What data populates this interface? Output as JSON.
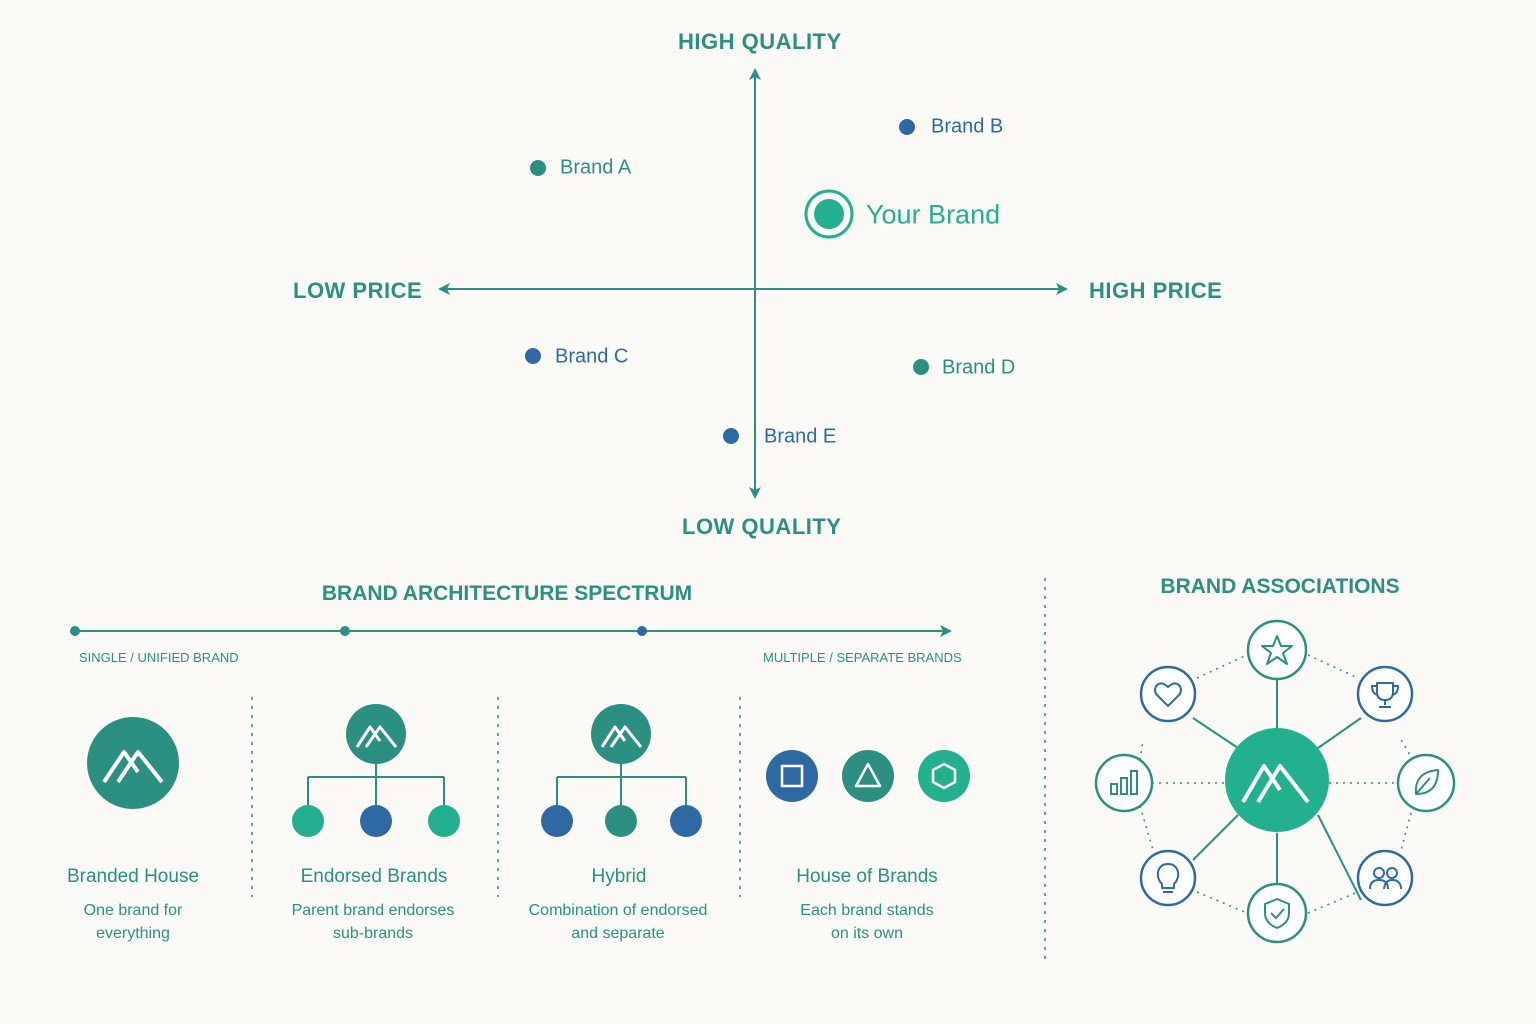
{
  "positioning_map": {
    "axis_top": "HIGH QUALITY",
    "axis_bottom": "LOW QUALITY",
    "axis_left": "LOW PRICE",
    "axis_right": "HIGH PRICE",
    "brands": [
      {
        "name": "Brand A",
        "color": "#2b8f82"
      },
      {
        "name": "Brand B",
        "color": "#2f69a3"
      },
      {
        "name": "Your Brand",
        "color": "#22b08e"
      },
      {
        "name": "Brand C",
        "color": "#2f69a3"
      },
      {
        "name": "Brand D",
        "color": "#2b8f82"
      },
      {
        "name": "Brand E",
        "color": "#2f69a3"
      }
    ]
  },
  "architecture": {
    "title": "BRAND ARCHITECTURE SPECTRUM",
    "left_label": "SINGLE / UNIFIED BRAND",
    "right_label": "MULTIPLE / SEPARATE BRANDS",
    "models": [
      {
        "name": "Branded House",
        "desc_line1": "One brand for",
        "desc_line2": "everything"
      },
      {
        "name": "Endorsed Brands",
        "desc_line1": "Parent brand endorses",
        "desc_line2": "sub-brands"
      },
      {
        "name": "Hybrid",
        "desc_line1": "Combination of endorsed",
        "desc_line2": "and separate"
      },
      {
        "name": "House of Brands",
        "desc_line1": "Each brand stands",
        "desc_line2": "on its own"
      }
    ]
  },
  "associations": {
    "title": "BRAND ASSOCIATIONS",
    "icons": [
      "star-icon",
      "trophy-icon",
      "leaf-icon",
      "people-icon",
      "shield-check-icon",
      "lightbulb-icon",
      "bar-chart-icon",
      "heart-icon"
    ]
  },
  "colors": {
    "teal": "#2b8f82",
    "green": "#22b08e",
    "blue": "#2f69a3",
    "background": "#fbfaf6"
  }
}
